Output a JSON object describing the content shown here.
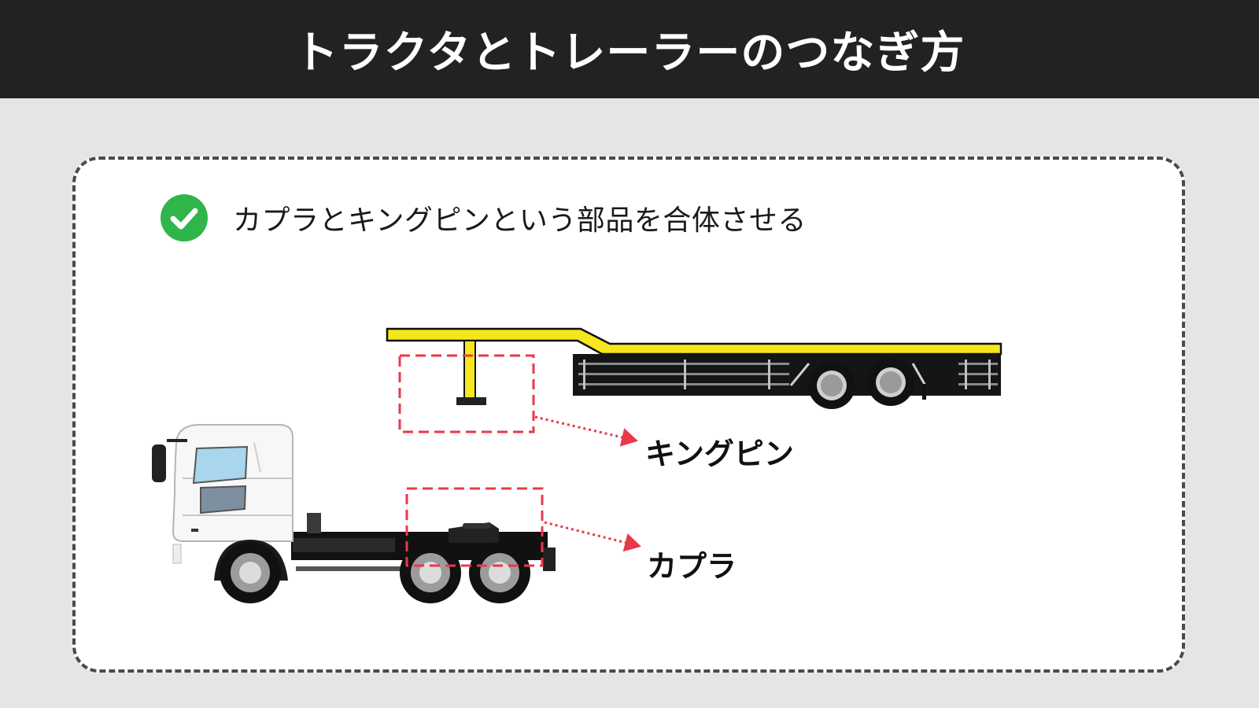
{
  "header": {
    "title": "トラクタとトレーラーのつなぎ方"
  },
  "card": {
    "check_icon": "check-circle-icon",
    "check_color": "#2fb54a",
    "description": "カプラとキングピンという部品を合体させる"
  },
  "diagram": {
    "trailer_color": "#f5e61e",
    "highlight_color": "#e8394a",
    "labels": {
      "kingpin": "キングピン",
      "coupler": "カプラ"
    }
  }
}
